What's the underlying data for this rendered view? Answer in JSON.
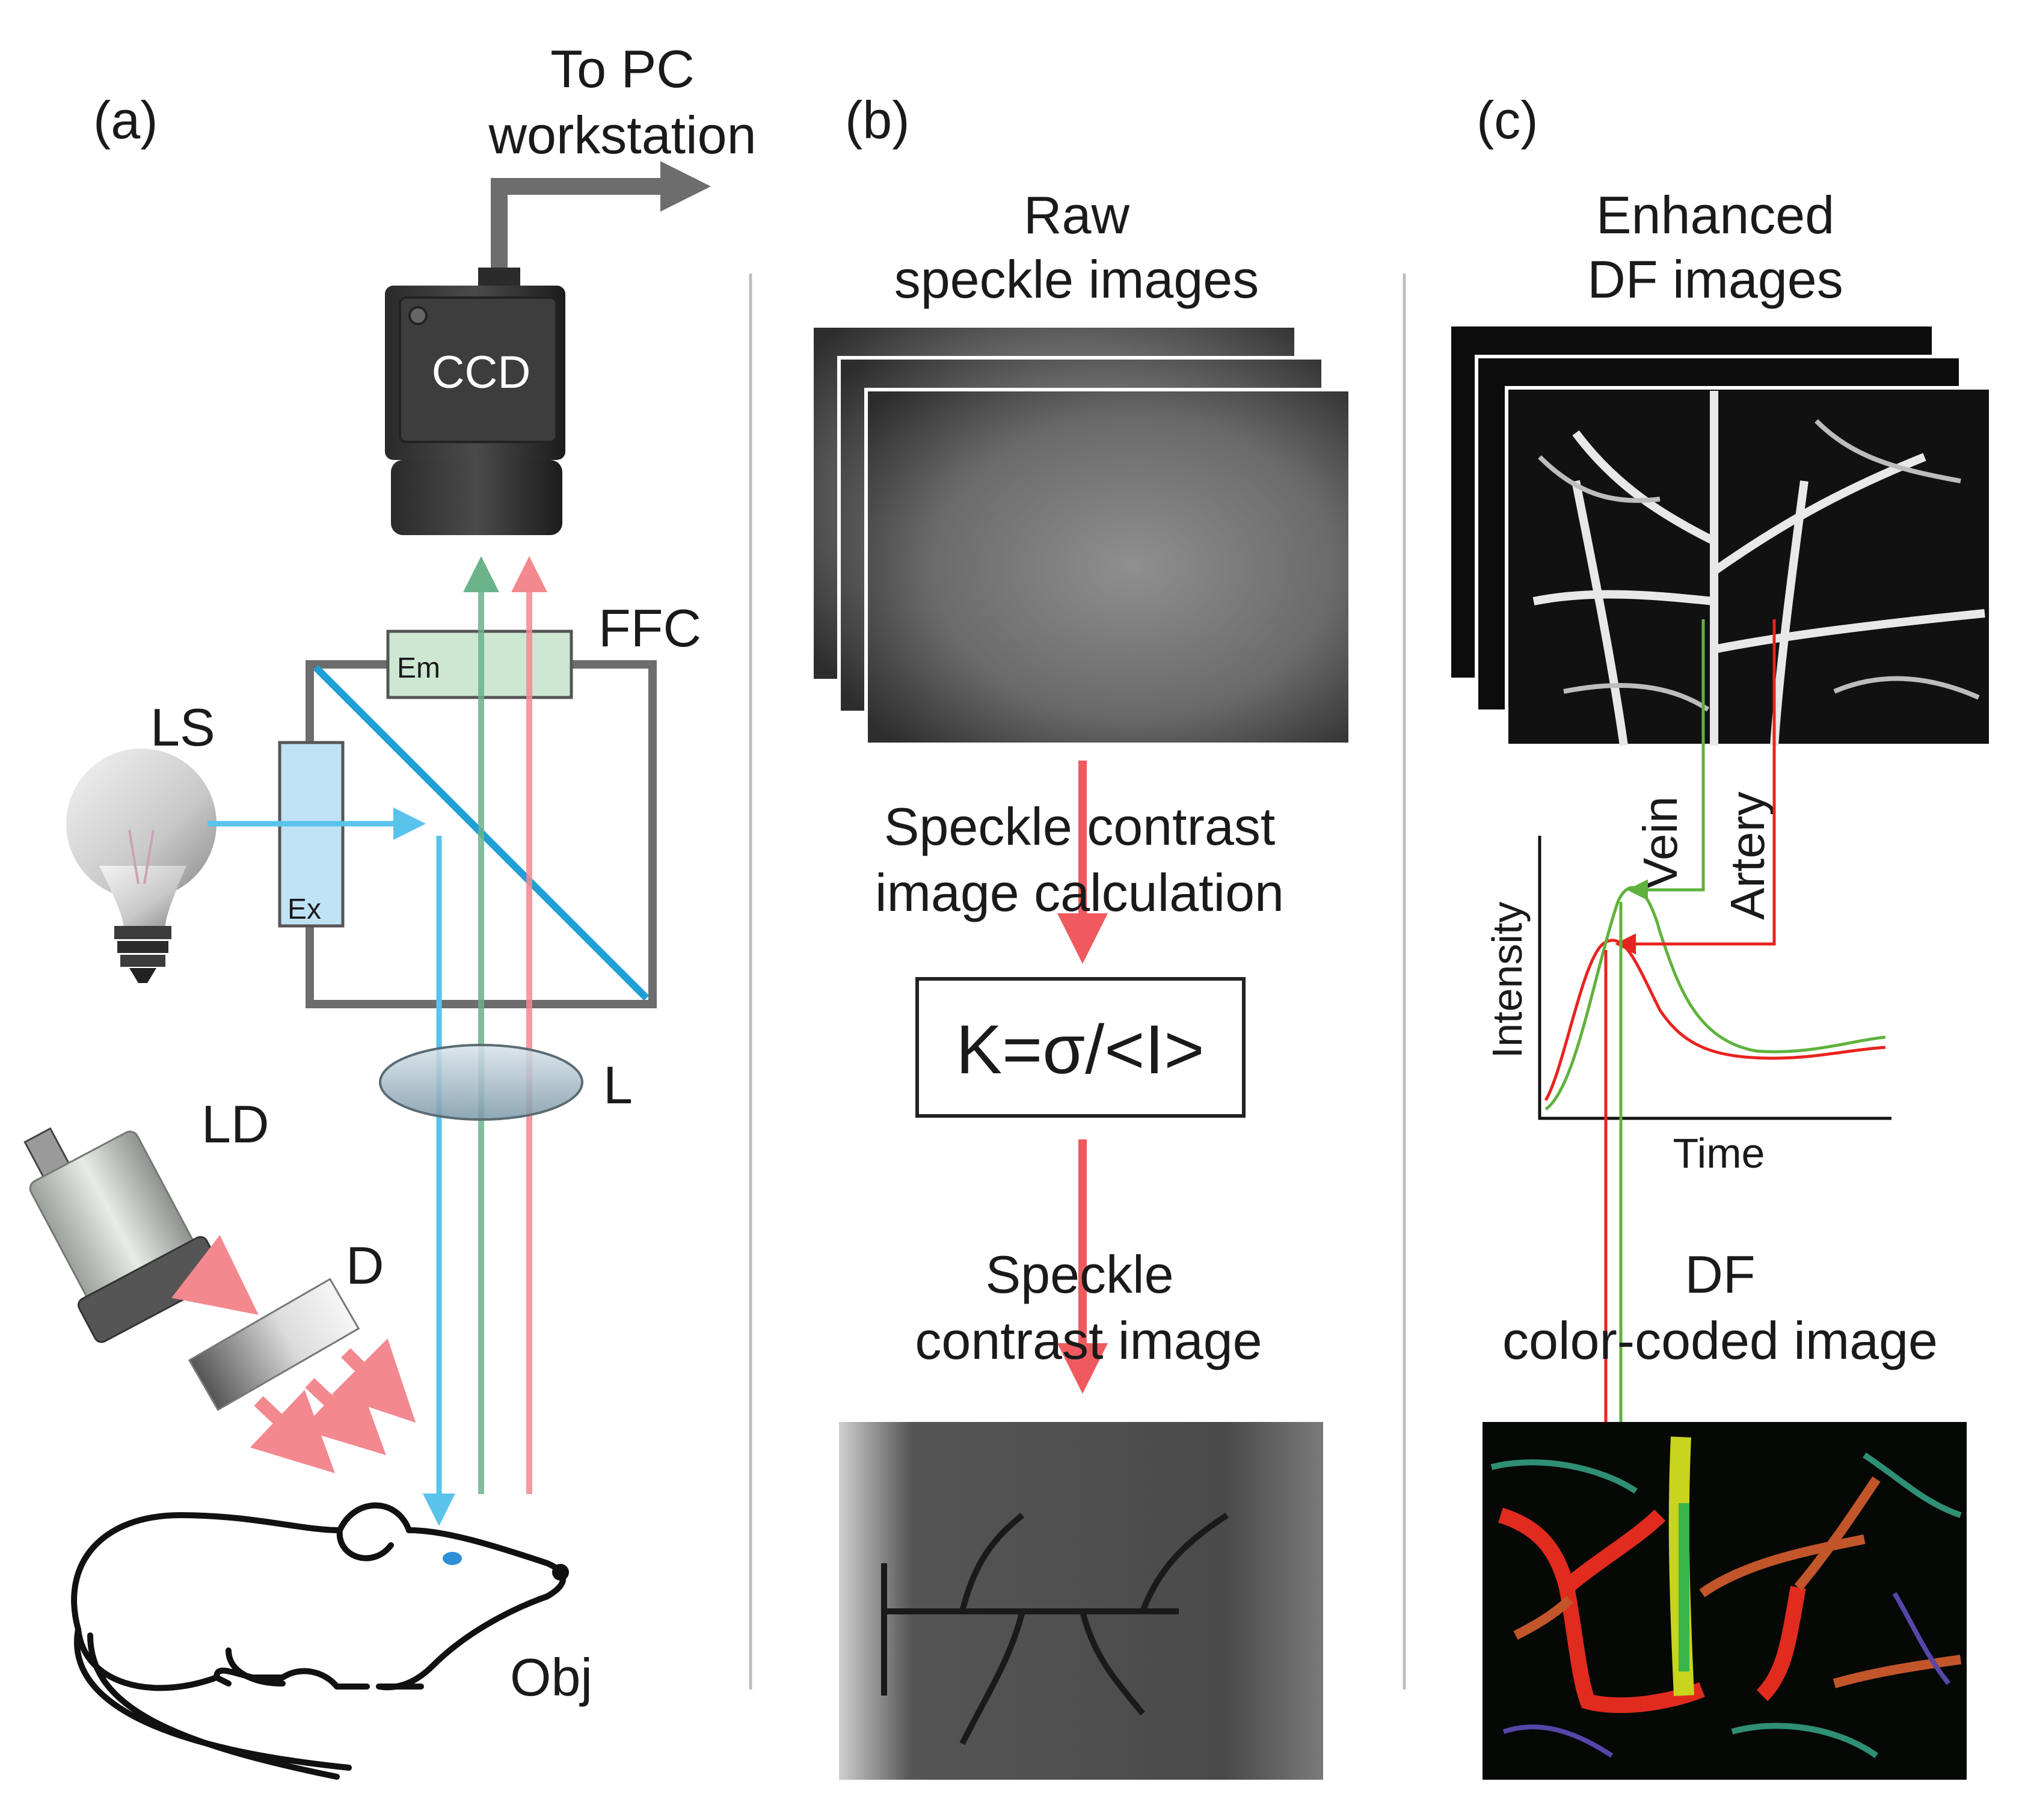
{
  "panels": {
    "a": {
      "tag": "(a)",
      "to_pc_line1": "To PC",
      "to_pc_line2": "workstation",
      "ccd": "CCD",
      "ffc": "FFC",
      "em": "Em",
      "ex": "Ex",
      "ls": "LS",
      "lens": "L",
      "ld": "LD",
      "diffuser": "D",
      "obj": "Obj"
    },
    "b": {
      "tag": "(b)",
      "raw_line1": "Raw",
      "raw_line2": "speckle images",
      "calc_line1": "Speckle contrast",
      "calc_line2": "image calculation",
      "formula": "K=σ/<I>",
      "result_line1": "Speckle",
      "result_line2": "contrast image"
    },
    "c": {
      "tag": "(c)",
      "enh_line1": "Enhanced",
      "enh_line2": "DF images",
      "vein": "Vein",
      "artery": "Artery",
      "ylabel": "Intensity",
      "xlabel": "Time",
      "df_line1": "DF",
      "df_line2": "color-coded image"
    }
  },
  "colors": {
    "excitation": "#59c3ec",
    "fluorescence": "#6ab38a",
    "laser": "#f3888f",
    "artery": "#e8231f",
    "vein": "#5fb23c",
    "flow_arrow": "#f05a5e",
    "frame": "#6d6d6d"
  }
}
